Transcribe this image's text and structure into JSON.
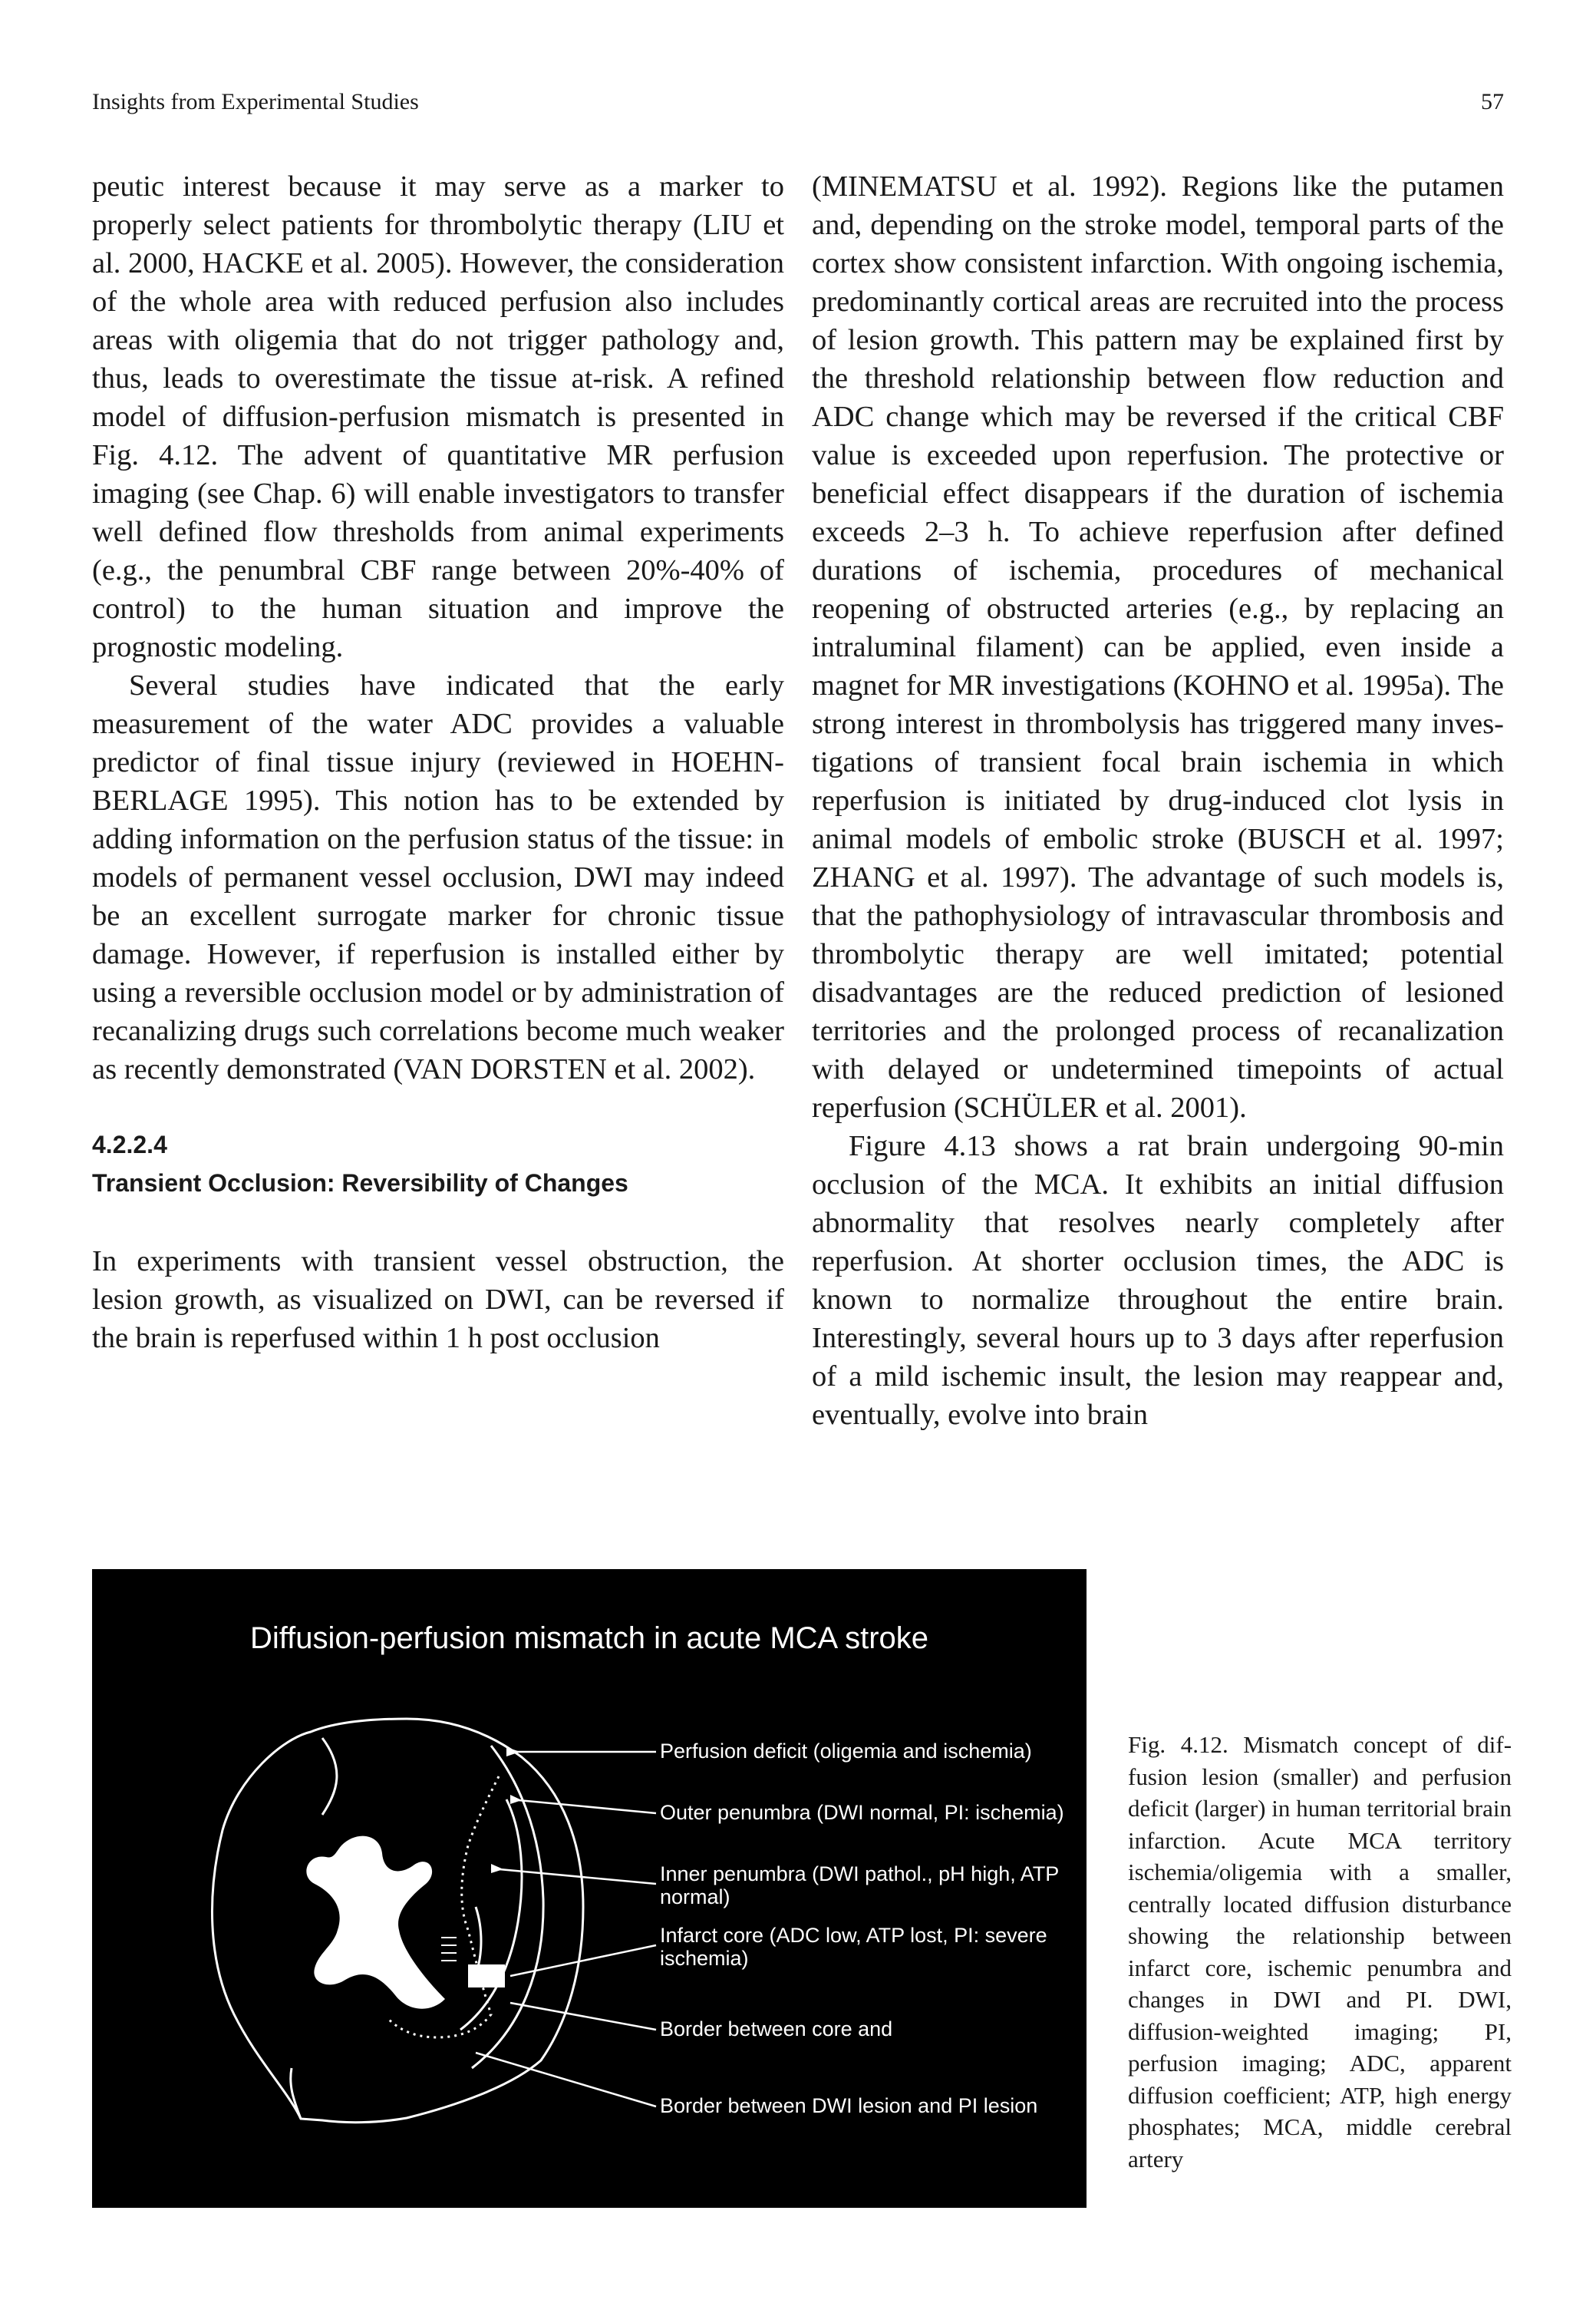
{
  "header": {
    "running_title": "Insights from Experimental Studies",
    "page_number": "57"
  },
  "left_column": {
    "p1": "peutic interest because it may serve as a marker to properly select patients for thrombolytic therapy (LIU et al. 2000, HACKE et al. 2005). However, the consideration of the whole area with reduced per­fusion also includes areas with oligemia that do not trigger pathology and, thus, leads to overestimate the tissue at-risk. A refined model of diffusion-perfusion mismatch is presented in Fig. 4.12. The advent of quantitative MR perfusion imaging (see Chap. 6) will enable investigators to transfer well defined flow thresholds from animal experiments (e.g., the penumbral CBF range between 20%-40% of control) to the human situation and improve the prognostic modeling.",
    "p2": "Several studies have indicated that the early measurement of the water ADC provides a valuable predictor of final tissue injury (reviewed in HOEHN-BERLAGE 1995). This notion has to be extended by adding information on the perfusion status of the tissue: in models of permanent vessel occlusion, DWI may indeed be an excellent surrogate marker for chronic tissue damage. However, if reperfusion is installed either by using a reversible occlusion model or by administration of recanalizing drugs such correlations become much weaker as recently demonstrated (VAN DORSTEN et al. 2002).",
    "section_number": "4.2.2.4",
    "section_title": "Transient Occlusion: Reversibility of Changes",
    "p3": "In experiments with transient vessel obstruction, the lesion growth, as visualized on DWI, can be reversed if the brain is reperfused within 1 h post occlusion"
  },
  "right_column": {
    "p1": "(MINEMATSU et al. 1992). Regions like the puta­men and, depending on the stroke model, temporal parts of the cortex show consistent infarction. With ongoing ischemia, predominantly cortical areas are recruited into the process of lesion growth. This pat­tern may be explained first by the threshold relation­ship between flow reduction and ADC change which may be reversed if the critical CBF value is exceeded upon reperfusion. The protective or beneficial effect disappears if the duration of ischemia exceeds 2–3 h. To achieve reperfusion after defined durations of ischemia, procedures of mechanical reopening of obstructed arteries (e.g., by replacing an intralumi­nal filament) can be applied, even inside a magnet for MR investigations (KOHNO et al. 1995a). The strong interest in thrombolysis has triggered many inves­tigations of transient focal brain ischemia in which reperfusion is initiated by drug-induced clot lysis in animal models of embolic stroke (BUSCH et al. 1997; ZHANG et al. 1997). The advantage of such models is, that the pathophysiology of intravascular thrombosis and thrombolytic therapy are well imitated; potential disadvantages are the reduced prediction of lesioned territories and the prolonged process of recanaliza­tion with delayed or undetermined timepoints of actual reperfusion (SCHÜLER et al. 2001).",
    "p2": "Figure 4.13 shows a rat brain undergoing 90-min occlusion of the MCA. It exhibits an initial diffu­sion abnormality that resolves nearly completely after reperfusion. At shorter occlusion times, the ADC is known to normalize throughout the entire brain. Interestingly, several hours up to 3 days after reperfusion of a mild ischemic insult, the lesion may reappear and, eventually, evolve into brain"
  },
  "figure": {
    "title": "Diffusion-perfusion mismatch in acute MCA stroke",
    "labels": [
      "Perfusion deficit (oligemia and ischemia)",
      "Outer penumbra (DWI normal, PI: ischemia)",
      "Inner penumbra (DWI pathol., pH high, ATP normal)",
      "Infarct core (ADC low, ATP lost, PI: severe ischemia)",
      "Border between core and",
      "Border between DWI lesion and PI lesion"
    ],
    "colors": {
      "background": "#000000",
      "foreground": "#ffffff"
    }
  },
  "caption": {
    "label": "Fig. 4.12.",
    "text": "Mismatch concept of dif­fusion lesion (smaller) and per­fusion deficit (larger) in human territorial brain infarction. Acute MCA territory ischemia/oligemia with a smaller, centrally located diffusion disturbance showing the relationship between infarct core, ischemic penumbra and changes in DWI and PI. DWI, diffusion-weighted imaging; PI, perfusion imaging; ADC, apparent diffu­sion coefficient; ATP, high energy phosphates; MCA, middle cerebral artery"
  }
}
